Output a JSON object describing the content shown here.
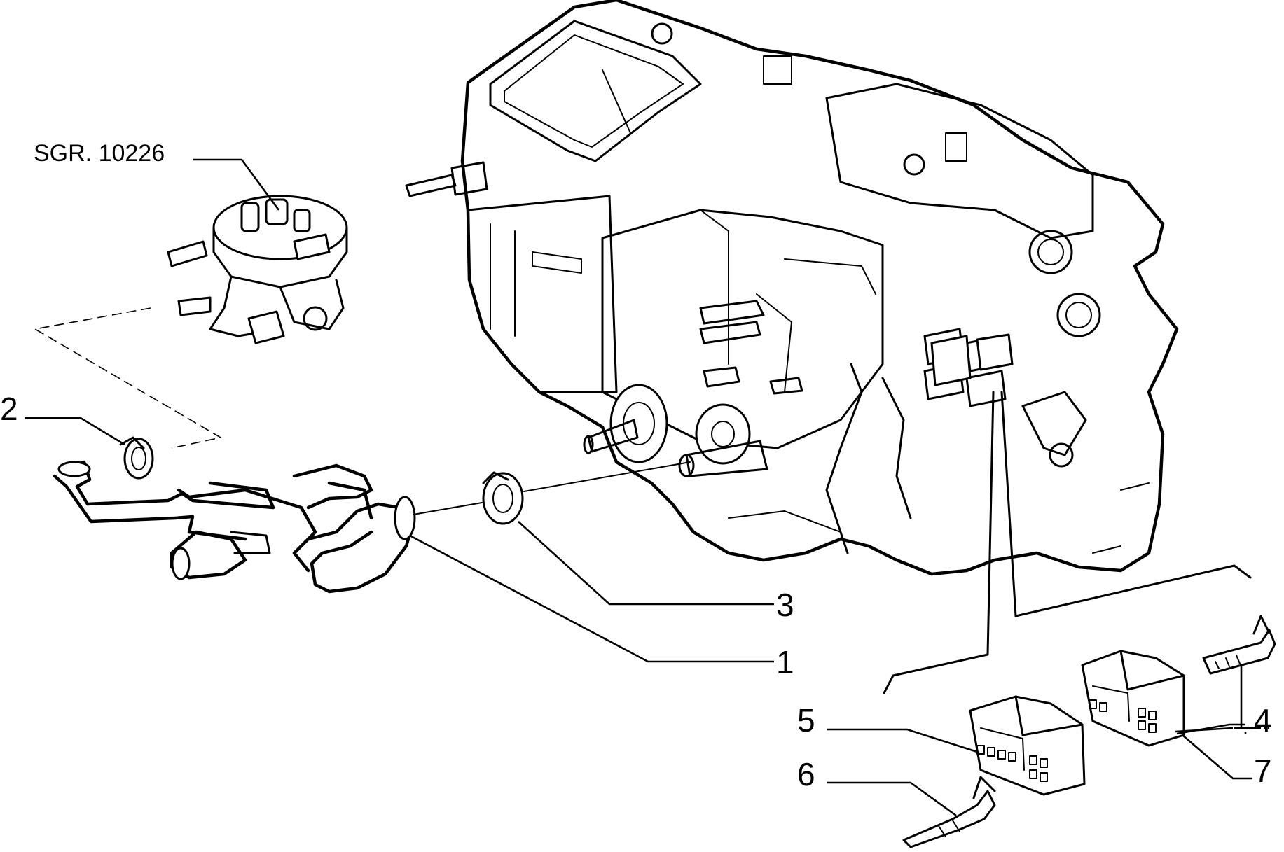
{
  "reference_label": "SGR. 10226",
  "callouts": {
    "c1": "1",
    "c2": "2",
    "c3": "3",
    "c4": "4",
    "c5": "5",
    "c6": "6",
    "c7": "7"
  }
}
